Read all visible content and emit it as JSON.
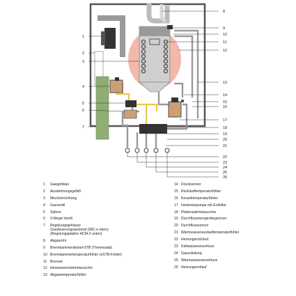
{
  "callouts": {
    "c1": "1",
    "c2": "2",
    "c3": "3",
    "c4": "4",
    "c5": "5",
    "c6": "6",
    "c7": "7",
    "c8": "8",
    "c9": "9",
    "c10": "10",
    "c11": "11",
    "c12": "12",
    "c13": "13",
    "c14": "14",
    "c15": "15",
    "c16": "16",
    "c17": "17",
    "c18": "18",
    "c19": "19",
    "c20": "20",
    "c21": "21",
    "c22": "22",
    "c23": "23",
    "c24": "24",
    "c25": "25",
    "c26": "26"
  },
  "legend": {
    "left": [
      {
        "num": "1",
        "text": "Gasgebläse"
      },
      {
        "num": "2",
        "text": "Ausdehnungsgefäß"
      },
      {
        "num": "3",
        "text": "Mischeinrichtung"
      },
      {
        "num": "4",
        "text": "Gasventil"
      },
      {
        "num": "5",
        "text": "Siphon"
      },
      {
        "num": "6",
        "text": "3-Wege-Ventil"
      },
      {
        "num": "7",
        "text": "Regelungsgehäuse\n(Gasfeuerungsautomat GBC-e oben)\n(Regelungsplatine HCM-2 unten)"
      },
      {
        "num": "8",
        "text": "Abgasrohr"
      },
      {
        "num": "9",
        "text": "Brennkammerdeckel-STB (Thermostat)"
      },
      {
        "num": "10",
        "text": "Brennkammertemperaturfühler (eSTB-Fühler)"
      },
      {
        "num": "11",
        "text": "Brenner"
      },
      {
        "num": "12",
        "text": "Heizwasserwärmetauscher"
      },
      {
        "num": "13",
        "text": "Abgastemperaturfühler"
      }
    ],
    "right": [
      {
        "num": "14",
        "text": "Drucksensor"
      },
      {
        "num": "15",
        "text": "Rücklauftemperaturfühler"
      },
      {
        "num": "16",
        "text": "Kesseltemperaturfühler"
      },
      {
        "num": "17",
        "text": "Heizkreispumpe mit Entlüfter"
      },
      {
        "num": "18",
        "text": "Plattenwärmetauscher"
      },
      {
        "num": "19",
        "text": "Durchflussmengenbegrenzer"
      },
      {
        "num": "20",
        "text": "Durchflusssensor"
      },
      {
        "num": "21",
        "text": "Warmwasserauslauftemperaturfühler"
      },
      {
        "num": "22",
        "text": "Heizungsrücklauf"
      },
      {
        "num": "23",
        "text": "Kaltwasseranschluss"
      },
      {
        "num": "24",
        "text": "Gaszuleitung"
      },
      {
        "num": "25",
        "text": "Warmwasseranschluss"
      },
      {
        "num": "26",
        "text": "Heizungsvorlauf"
      }
    ]
  },
  "colors": {
    "casing": "#555555",
    "heat_exchanger": "#f2b8ad",
    "gas_pipe": "#e8c94a",
    "water_pipe": "#9a9a9a",
    "control_box": "#8fad74",
    "valve": "#c9a07a",
    "dark_component": "#333333"
  }
}
